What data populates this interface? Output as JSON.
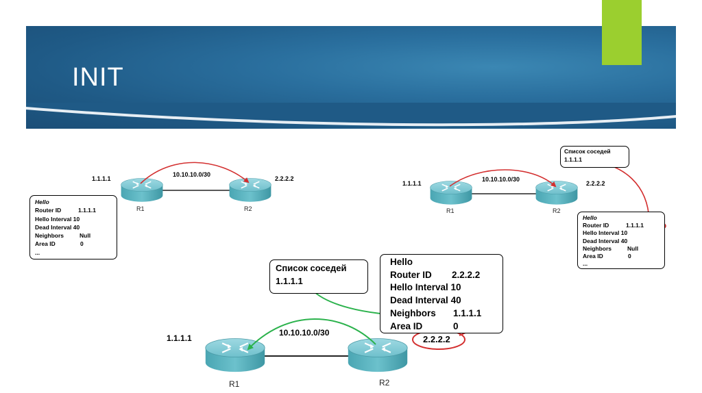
{
  "slide": {
    "title": "INIT",
    "banner_color": "#1f5a86",
    "accent_color": "#9bcf2f"
  },
  "diagram_left": {
    "r1": {
      "label": "R1",
      "router_id": "1.1.1.1"
    },
    "r2": {
      "label": "R2",
      "router_id": "2.2.2.2"
    },
    "link": "10.10.10.0/30",
    "hello_packet": {
      "title": "Hello",
      "router_id_label": "Router ID",
      "router_id": "1.1.1.1",
      "hello_interval_label": "Hello Interval",
      "hello_interval": "10",
      "dead_interval_label": "Dead Interval",
      "dead_interval": "40",
      "neighbors_label": "Neighbors",
      "neighbors": "Null",
      "area_id_label": "Area ID",
      "area_id": "0",
      "more": "..."
    }
  },
  "diagram_right": {
    "r1": {
      "label": "R1",
      "router_id": "1.1.1.1"
    },
    "r2": {
      "label": "R2",
      "router_id": "2.2.2.2"
    },
    "link": "10.10.10.0/30",
    "neighbor_list": {
      "title": "Список соседей",
      "entry": "1.1.1.1"
    },
    "hello_packet": {
      "title": "Hello",
      "router_id_label": "Router ID",
      "router_id": "1.1.1.1",
      "hello_interval_label": "Hello Interval",
      "hello_interval": "10",
      "dead_interval_label": "Dead Interval",
      "dead_interval": "40",
      "neighbors_label": "Neighbors",
      "neighbors": "Null",
      "area_id_label": "Area ID",
      "area_id": "0",
      "more": "..."
    },
    "arrow_color": "#d32f2f"
  },
  "diagram_bottom": {
    "r1": {
      "label": "R1",
      "router_id": "1.1.1.1"
    },
    "r2": {
      "label": "R2",
      "router_id": "2.2.2.2"
    },
    "link": "10.10.10.0/30",
    "neighbor_list": {
      "title": "Список соседей",
      "entry": "1.1.1.1"
    },
    "hello_packet": {
      "title": "Hello",
      "router_id_label": "Router ID",
      "router_id": "2.2.2.2",
      "hello_interval_label": "Hello Interval",
      "hello_interval": "10",
      "dead_interval_label": "Dead Interval",
      "dead_interval": "40",
      "neighbors_label": "Neighbors",
      "neighbors": "1.1.1.1",
      "area_id_label": "Area ID",
      "area_id": "0"
    },
    "green_color": "#2bb24c",
    "red_color": "#d32f2f"
  }
}
